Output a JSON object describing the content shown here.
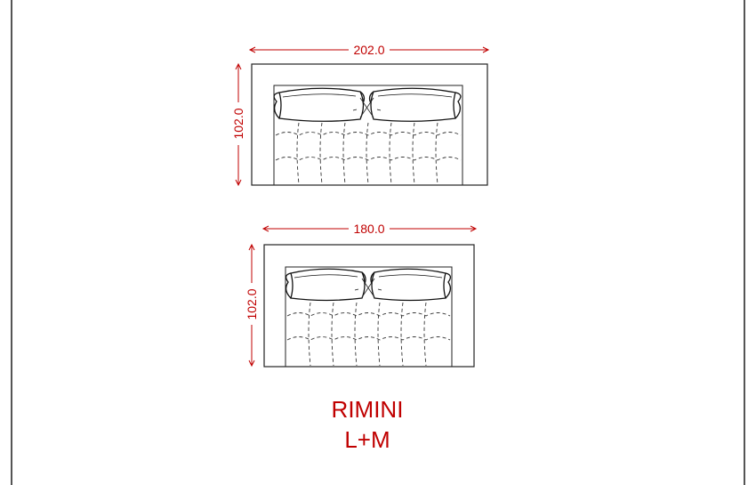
{
  "sofas": [
    {
      "width_label": "202.0",
      "depth_label": "102.0"
    },
    {
      "width_label": "180.0",
      "depth_label": "102.0"
    }
  ],
  "title": {
    "name": "RIMINI",
    "code": "L+M"
  },
  "colors": {
    "dimension": "#c00000",
    "outline": "#222222",
    "frame": "#555555"
  }
}
